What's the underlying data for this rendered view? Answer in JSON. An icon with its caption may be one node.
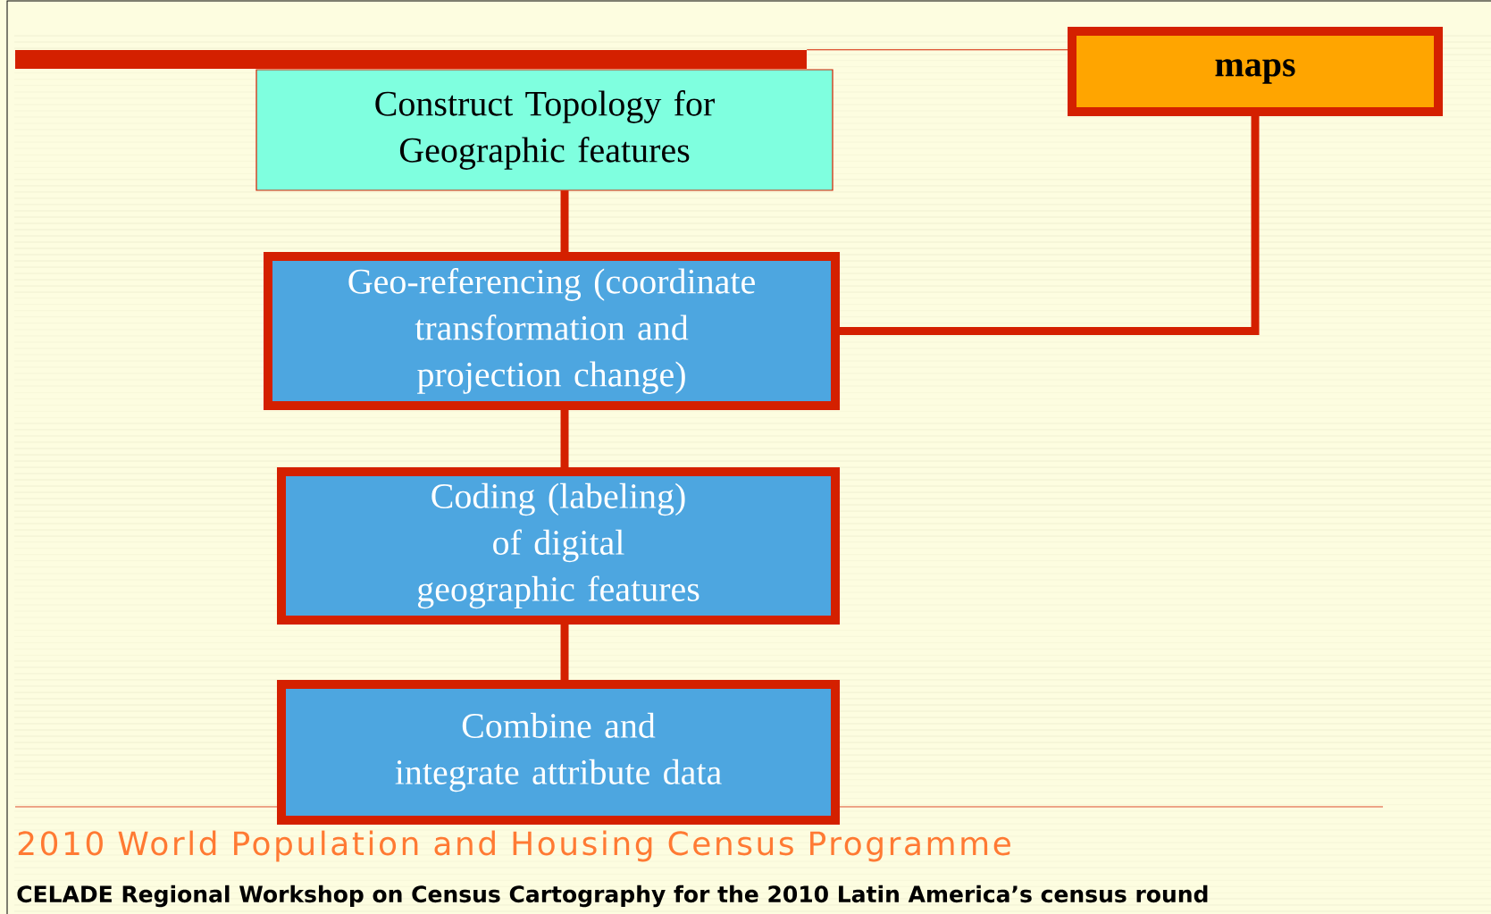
{
  "diagram": {
    "nodes": [
      {
        "text": [],
        "shape": "bar"
      },
      {
        "text": [
          "maps"
        ]
      },
      {
        "text": [
          "Construct Topology for Geographic features"
        ]
      },
      {
        "text": [
          "Geo-referencing (coordinate transformation and projection change)"
        ]
      },
      {
        "text": [
          "Coding (labeling) of digital geographic features"
        ]
      },
      {
        "text": [
          "Combine and integrate attribute data"
        ]
      }
    ],
    "edges": [
      {
        "from": 0,
        "to": 1,
        "arrow": "none"
      },
      {
        "from": 2,
        "to": 3,
        "arrow": "none"
      },
      {
        "from": 3,
        "to": 4,
        "arrow": "none"
      },
      {
        "from": 4,
        "to": 5,
        "arrow": "none"
      },
      {
        "from": 1,
        "to": 3,
        "arrow": "none"
      }
    ],
    "labels": [
      "2010 World Population and Housing Census Programme",
      "CELADE Regional Workshop on Census Cartography for the 2010 Latin America’s census round"
    ]
  }
}
